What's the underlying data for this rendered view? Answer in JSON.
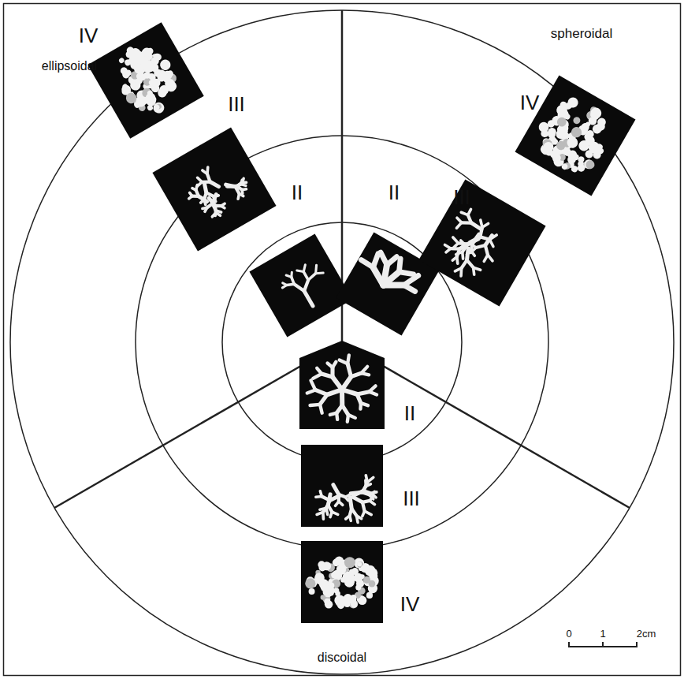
{
  "diagram": {
    "labels": [
      "ellipsoidal",
      "spheroidal",
      "IV",
      "III",
      "II",
      "II",
      "III",
      "IV",
      "II",
      "III",
      "IV",
      "discoidal",
      "0",
      "1",
      "2cm"
    ]
  }
}
